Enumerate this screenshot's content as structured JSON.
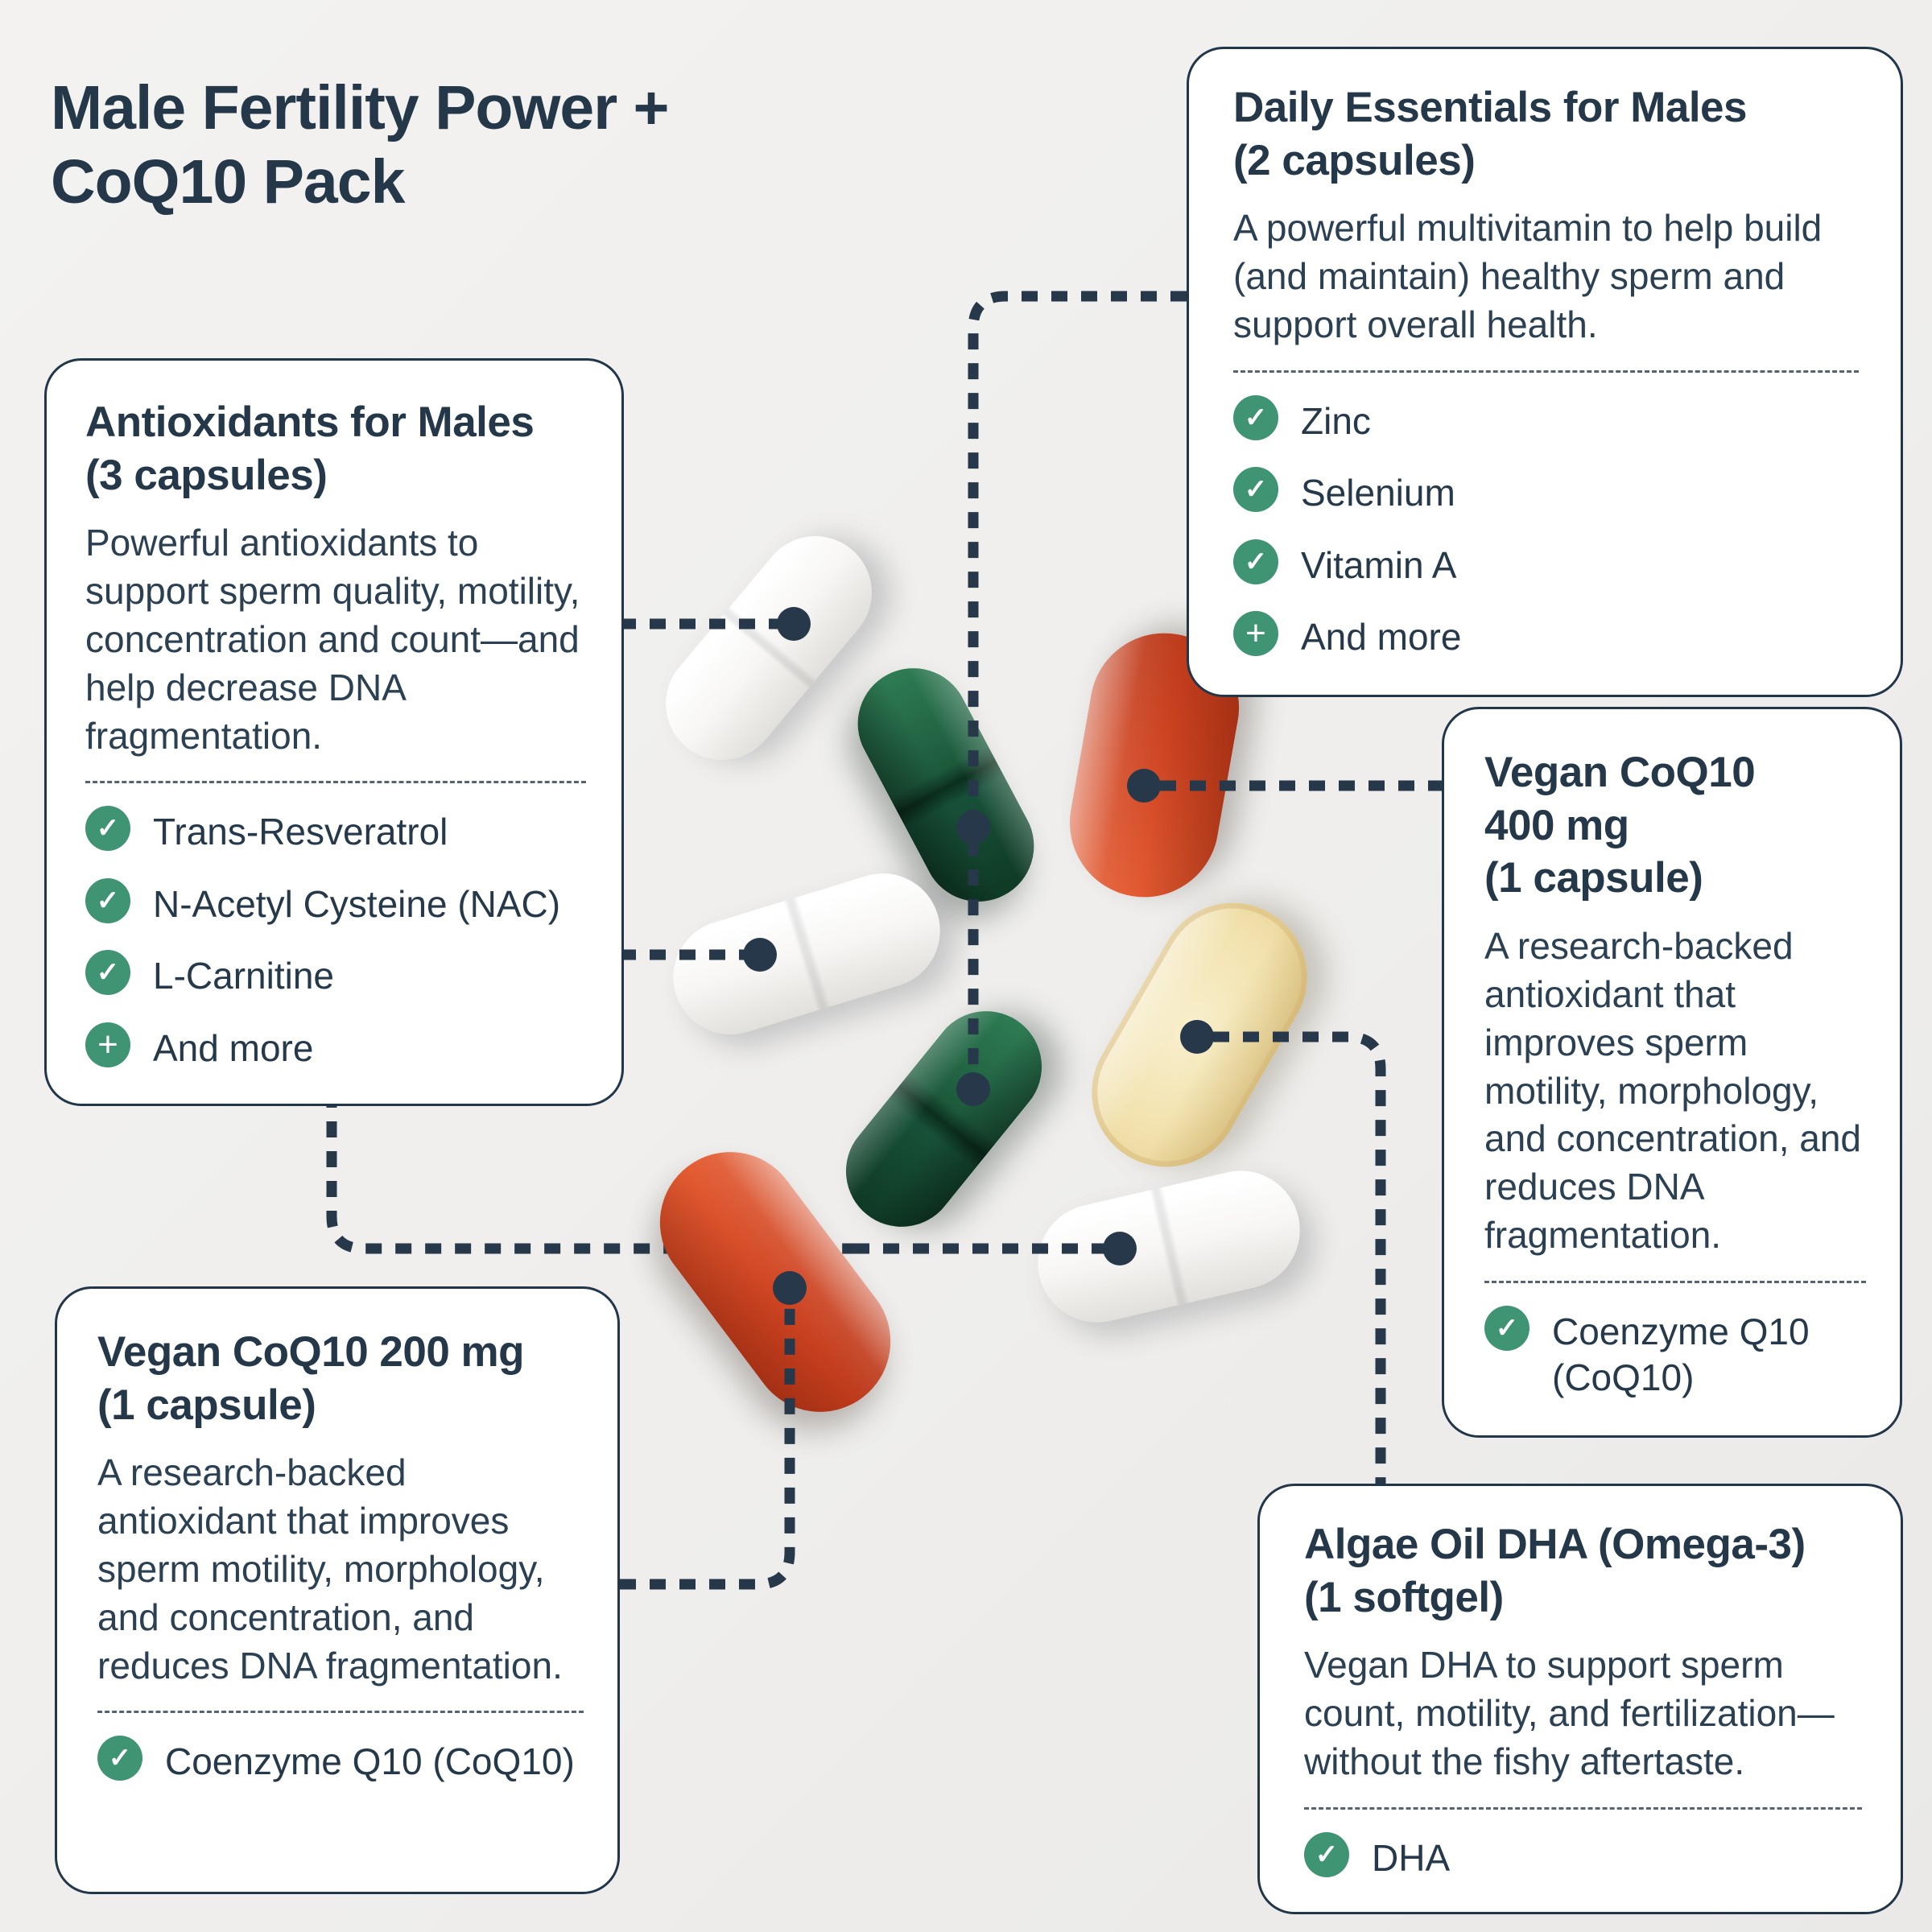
{
  "colors": {
    "background": "#efeeec",
    "ink": "#24384a",
    "box_border": "#22364a",
    "accent_green": "#3e9473",
    "connector": "#26384a",
    "pill_red": "#cf4522",
    "pill_green_dark": "#123d28",
    "pill_green_light": "#2e7c54",
    "pill_yellow": "#f2e2ae",
    "pill_white": "#ffffff"
  },
  "icons": {
    "check": "✓",
    "plus": "+"
  },
  "title": {
    "line1": "Male Fertility Power +",
    "line2": "CoQ10 Pack"
  },
  "callouts": {
    "daily_essentials": {
      "title_line1": "Daily Essentials for Males",
      "title_line2": "(2 capsules)",
      "description": "A powerful multivitamin to help build (and maintain) healthy sperm and support overall health.",
      "items": [
        {
          "icon": "check",
          "label": "Zinc"
        },
        {
          "icon": "check",
          "label": "Selenium"
        },
        {
          "icon": "check",
          "label": "Vitamin A"
        },
        {
          "icon": "plus",
          "label": "And more"
        }
      ]
    },
    "antioxidants": {
      "title_line1": "Antioxidants for Males",
      "title_line2": "(3 capsules)",
      "description": "Powerful antioxidants to support sperm quality, motility, concentration and count—and help decrease DNA fragmentation.",
      "items": [
        {
          "icon": "check",
          "label": "Trans-Resveratrol"
        },
        {
          "icon": "check",
          "label": "N-Acetyl Cysteine (NAC)"
        },
        {
          "icon": "check",
          "label": "L-Carnitine"
        },
        {
          "icon": "plus",
          "label": "And more"
        }
      ]
    },
    "coq10_400": {
      "title_line1": "Vegan CoQ10",
      "title_line2": "400 mg",
      "title_line3": "(1 capsule)",
      "description": "A research-backed antioxidant that improves sperm motility, morphology, and concentration, and reduces DNA fragmentation.",
      "items": [
        {
          "icon": "check",
          "label": "Coenzyme Q10 (CoQ10)"
        }
      ]
    },
    "coq10_200": {
      "title_line1": "Vegan CoQ10 200 mg",
      "title_line2": "(1 capsule)",
      "description": "A research-backed antioxidant that improves sperm motility, morphology, and concentration, and reduces DNA fragmentation.",
      "items": [
        {
          "icon": "check",
          "label": "Coenzyme Q10 (CoQ10)"
        }
      ]
    },
    "algae_dha": {
      "title_line1": "Algae Oil DHA (Omega-3)",
      "title_line2": "(1 softgel)",
      "description": "Vegan DHA to support sperm count, motility, and fertilization—without the fishy aftertaste.",
      "items": [
        {
          "icon": "check",
          "label": "DHA"
        }
      ]
    }
  }
}
